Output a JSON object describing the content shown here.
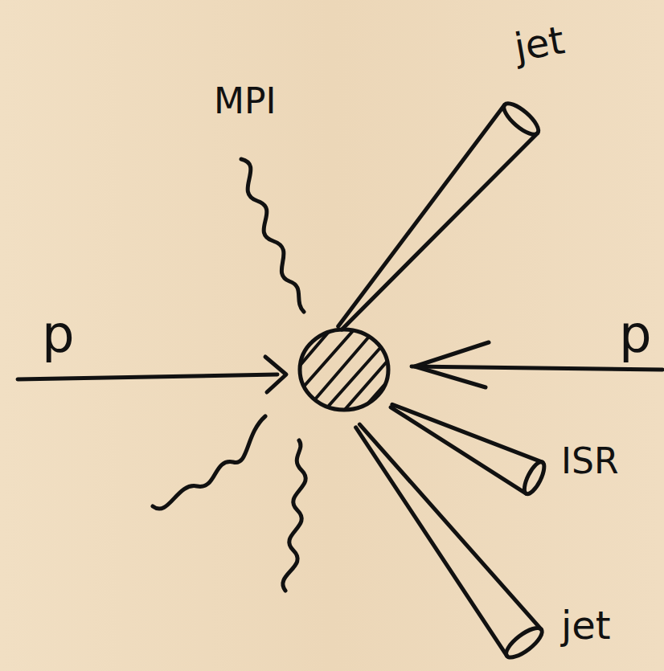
{
  "diagram": {
    "labels": [
      "MPI",
      "jet",
      "p",
      "p",
      "ISR",
      "jet"
    ]
  }
}
